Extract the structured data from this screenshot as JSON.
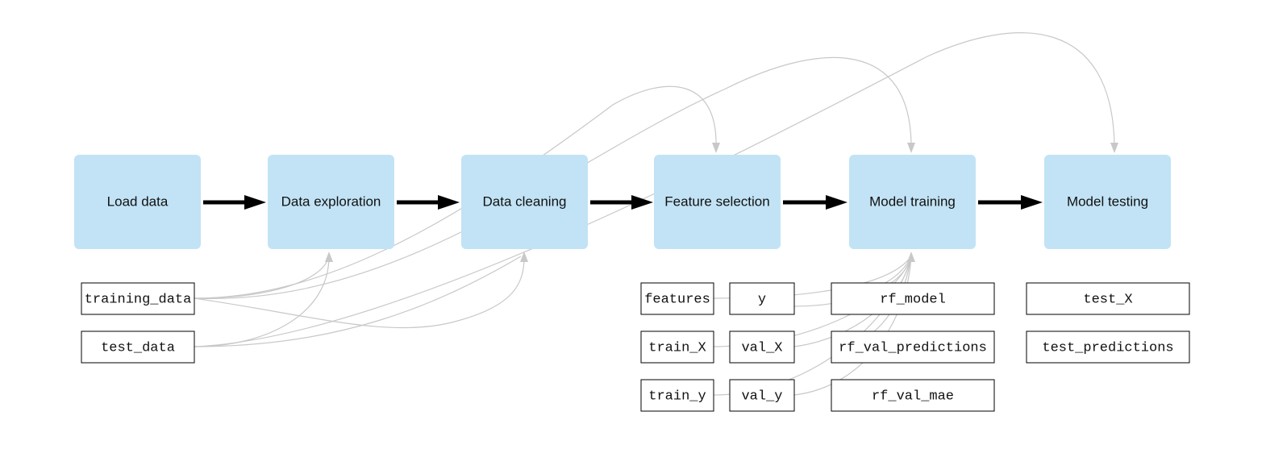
{
  "stages": [
    {
      "id": "load",
      "label": "Load data"
    },
    {
      "id": "explore",
      "label": "Data exploration"
    },
    {
      "id": "clean",
      "label": "Data cleaning"
    },
    {
      "id": "features",
      "label": "Feature selection"
    },
    {
      "id": "train",
      "label": "Model training"
    },
    {
      "id": "test",
      "label": "Model testing"
    }
  ],
  "variables": {
    "training_data": "training_data",
    "test_data": "test_data",
    "features": "features",
    "y": "y",
    "train_X": "train_X",
    "val_X": "val_X",
    "train_y": "train_y",
    "val_y": "val_y",
    "rf_model": "rf_model",
    "rf_val_predictions": "rf_val_predictions",
    "rf_val_mae": "rf_val_mae",
    "test_X": "test_X",
    "test_predictions": "test_predictions"
  },
  "colors": {
    "stage_fill": "#c2e3f5",
    "flow_arrow": "#000000",
    "dependency_arrow": "#c8c8c8"
  }
}
